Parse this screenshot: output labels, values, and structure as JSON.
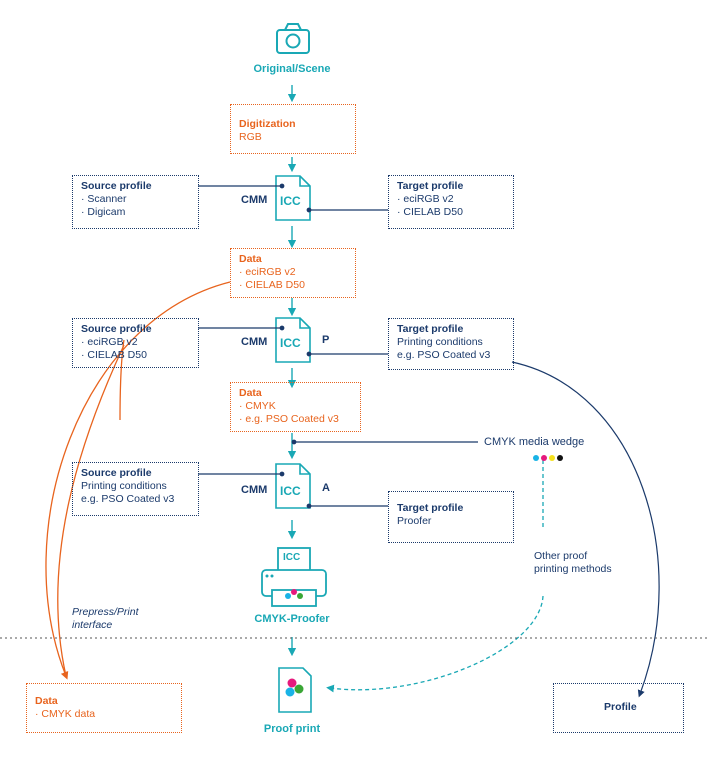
{
  "origin": {
    "label": "Original/Scene",
    "icon": "camera-icon"
  },
  "digitization": {
    "title": "Digitization",
    "line": "RGB"
  },
  "stage1": {
    "source": {
      "title": "Source profile",
      "items": [
        "· Scanner",
        "· Digicam"
      ]
    },
    "cmm": "CMM",
    "icc": "ICC",
    "target": {
      "title": "Target profile",
      "items": [
        "· eciRGB v2",
        "· CIELAB D50"
      ]
    }
  },
  "data1": {
    "title": "Data",
    "items": [
      "· eciRGB v2",
      "· CIELAB D50"
    ]
  },
  "stage2": {
    "source": {
      "title": "Source profile",
      "items": [
        "· eciRGB v2",
        "· CIELAB D50"
      ]
    },
    "cmm": "CMM",
    "icc": "ICC",
    "letter": "P",
    "target": {
      "title": "Target profile",
      "items": [
        "Printing conditions",
        "e.g. PSO Coated v3"
      ]
    }
  },
  "data2": {
    "title": "Data",
    "items": [
      "· CMYK",
      "· e.g. PSO Coated v3"
    ]
  },
  "wedge": {
    "label": "CMYK media wedge",
    "colors": [
      "#19b3e6",
      "#e6197d",
      "#f5e11e",
      "#111111"
    ]
  },
  "stage3": {
    "source": {
      "title": "Source profile",
      "items": [
        "Printing conditions",
        "e.g. PSO Coated v3"
      ]
    },
    "cmm": "CMM",
    "icc": "ICC",
    "letter": "A",
    "target": {
      "title": "Target profile",
      "items": [
        "Proofer"
      ]
    }
  },
  "proofer": {
    "label": "CMYK-Proofer",
    "icc": "ICC",
    "icon": "printer-icon"
  },
  "other_methods": {
    "lines": [
      "Other proof",
      "printing methods"
    ]
  },
  "interface": {
    "lines": [
      "Prepress/Print",
      "interface"
    ]
  },
  "data3": {
    "title": "Data",
    "items": [
      "· CMYK data"
    ]
  },
  "proof_print": {
    "label": "Proof print",
    "icon": "document-color-icon"
  },
  "profile": {
    "label": "Profile"
  },
  "colors": {
    "navy": "#1b3a6b",
    "orange": "#e8641e",
    "teal": "#19a8b5"
  }
}
